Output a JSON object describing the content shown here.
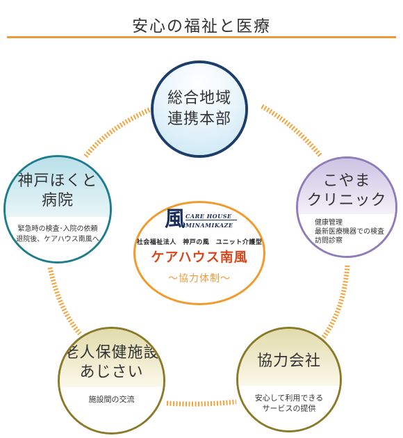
{
  "header": {
    "title": "安心の福祉と医療"
  },
  "center": {
    "logo_mark": "風",
    "logo_text_line1": "CARE HOUSE",
    "logo_text_line2": "MINAMIKAZE",
    "org": "社会福祉法人　神戸の風　ユニット介護型",
    "name": "ケアハウス南風",
    "subtitle": "～協力体制～"
  },
  "nodes": {
    "top": {
      "lines": [
        "総合地域",
        "連携本部"
      ],
      "desc": []
    },
    "left": {
      "lines": [
        "神戸ほくと",
        "病院"
      ],
      "desc": [
        "緊急時の検査･入院の依頼",
        "退院後、ケアハウス南風へ"
      ]
    },
    "right": {
      "lines": [
        "こやま",
        "クリニック"
      ],
      "desc": [
        "健康管理",
        "最新医療機器での検査",
        "訪問診察"
      ]
    },
    "bottom_left": {
      "lines": [
        "老人保健施設",
        "あじさい"
      ],
      "desc": [
        "施設間の交流"
      ]
    },
    "bottom_right": {
      "lines": [
        "協力会社"
      ],
      "desc": [
        "安心して利用できる",
        "サービスの提供"
      ]
    }
  },
  "colors": {
    "accent": "#ee9a3b",
    "top_border": "#1d3d6b",
    "left_border": "#1e7d8c",
    "right_border": "#8d7db8",
    "bottom_border": "#8a7a2a",
    "name_red": "#d5481e"
  }
}
